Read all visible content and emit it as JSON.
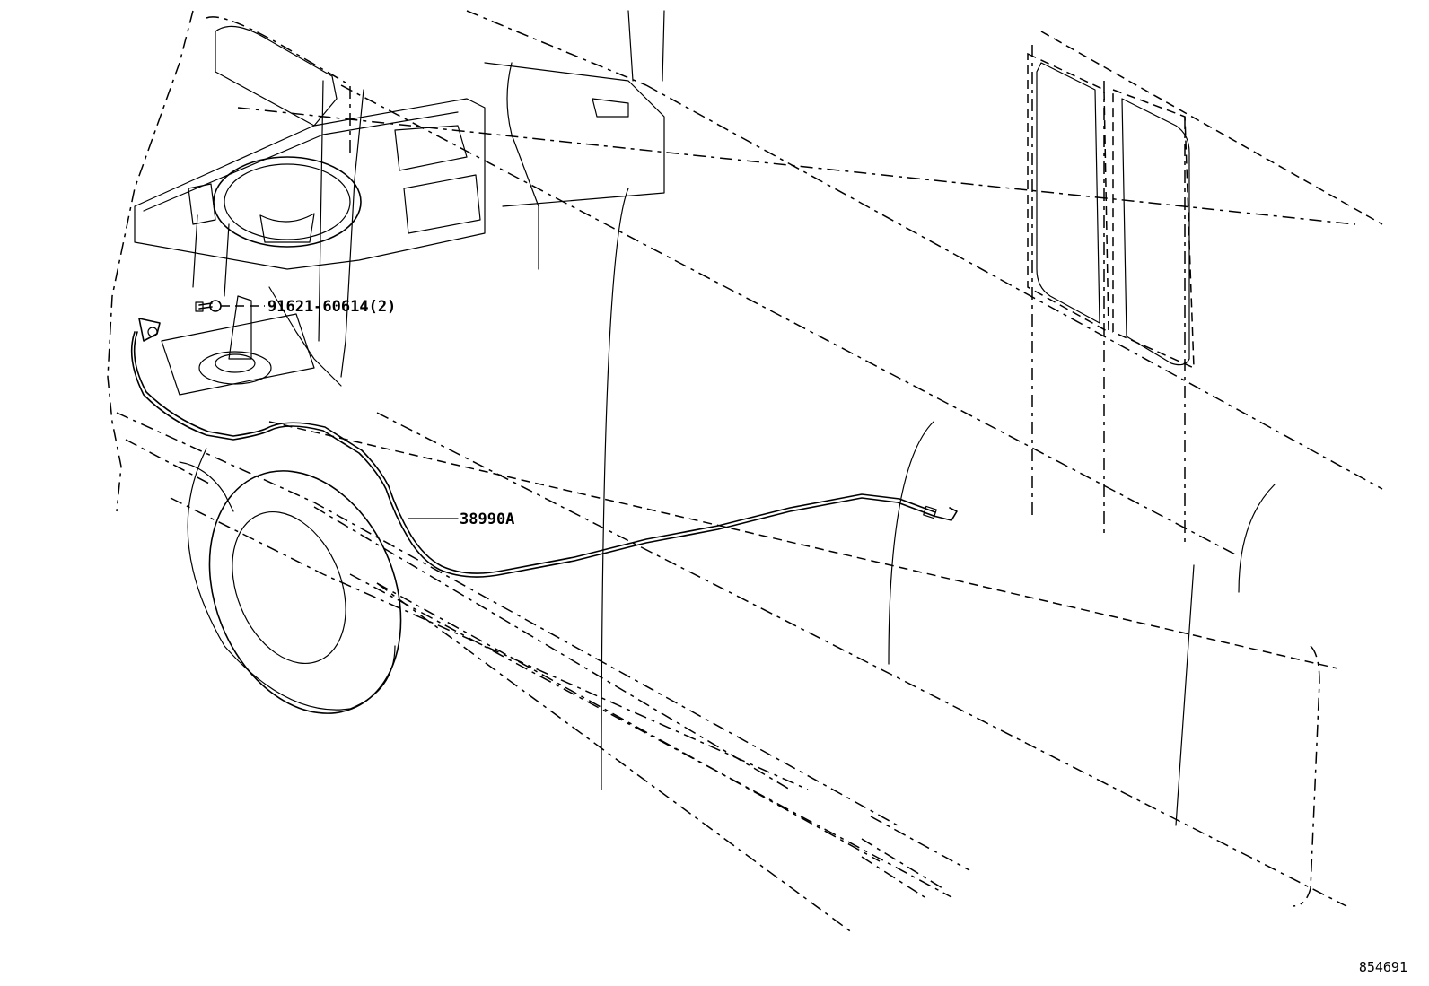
{
  "callouts": {
    "bolt_part_number": "91621-60614(2)",
    "cable_part_number": "38990A"
  },
  "figure_number": "854691",
  "colors": {
    "line": "#000000",
    "background": "#ffffff"
  }
}
